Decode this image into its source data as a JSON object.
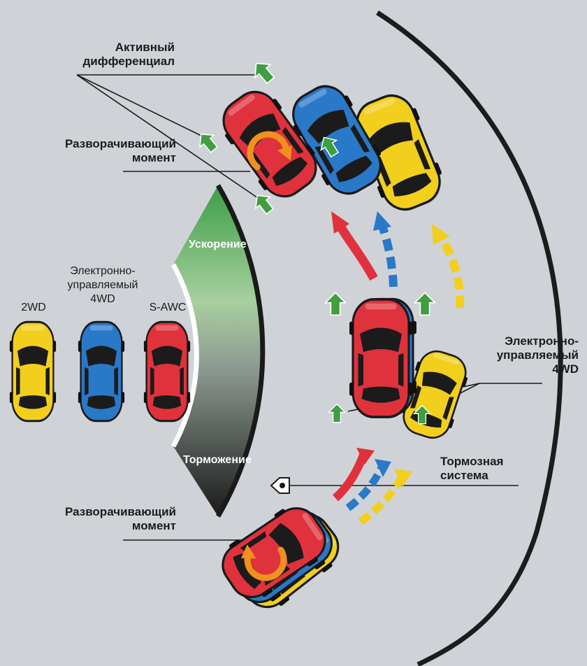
{
  "labels": {
    "active_diff": "Активный\nдифференциал",
    "yaw_top": "Разворачивающий\nмомент",
    "yaw_bottom": "Разворачивающий\nмомент",
    "acceleration": "Ускорение",
    "braking": "Торможение",
    "electronic_4wd_right": "Электронно-\nуправляемый\n4WD",
    "brake_system": "Тормозная\nсистема"
  },
  "legend": [
    {
      "label": "2WD",
      "color": "#f2cf1d"
    },
    {
      "label": "Электронно-\nуправляемый\n4WD",
      "color": "#2a78c8"
    },
    {
      "label": "S-AWC",
      "color": "#e0323c"
    }
  ],
  "colors": {
    "background": "#cfd3d8",
    "car_red": "#e0323c",
    "car_blue": "#2a78c8",
    "car_yellow": "#f2cf1d",
    "accel_green": "#3fa245",
    "brake_dark": "#1e1e1e",
    "torque_orange": "#f0911e",
    "arrow_green": "#3f9e3f"
  },
  "icons": {
    "small_arrow": "green-arrow-icon",
    "torque": "orange-curved-arrow-icon",
    "brake_marker": "brake-pointer-icon"
  }
}
